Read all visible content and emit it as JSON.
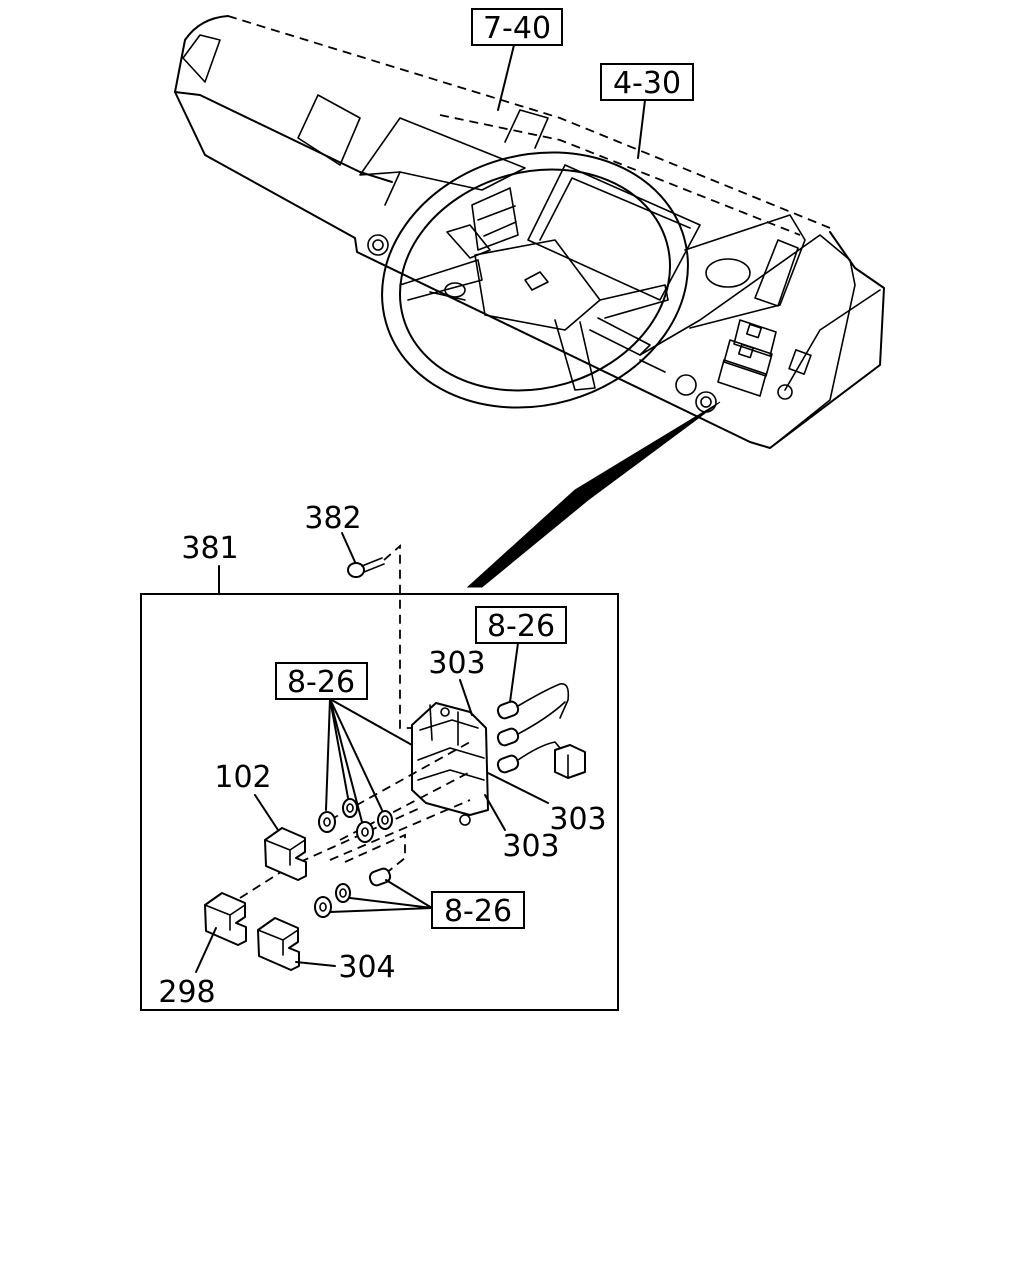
{
  "refs": {
    "ref_7_40": "7-40",
    "ref_4_30": "4-30",
    "ref_8_26_top": "8-26",
    "ref_8_26_left": "8-26",
    "ref_8_26_bottom": "8-26"
  },
  "parts": {
    "p381": "381",
    "p382": "382",
    "p303_top": "303",
    "p303_mid": "303",
    "p303_low": "303",
    "p102": "102",
    "p298": "298",
    "p304": "304"
  }
}
